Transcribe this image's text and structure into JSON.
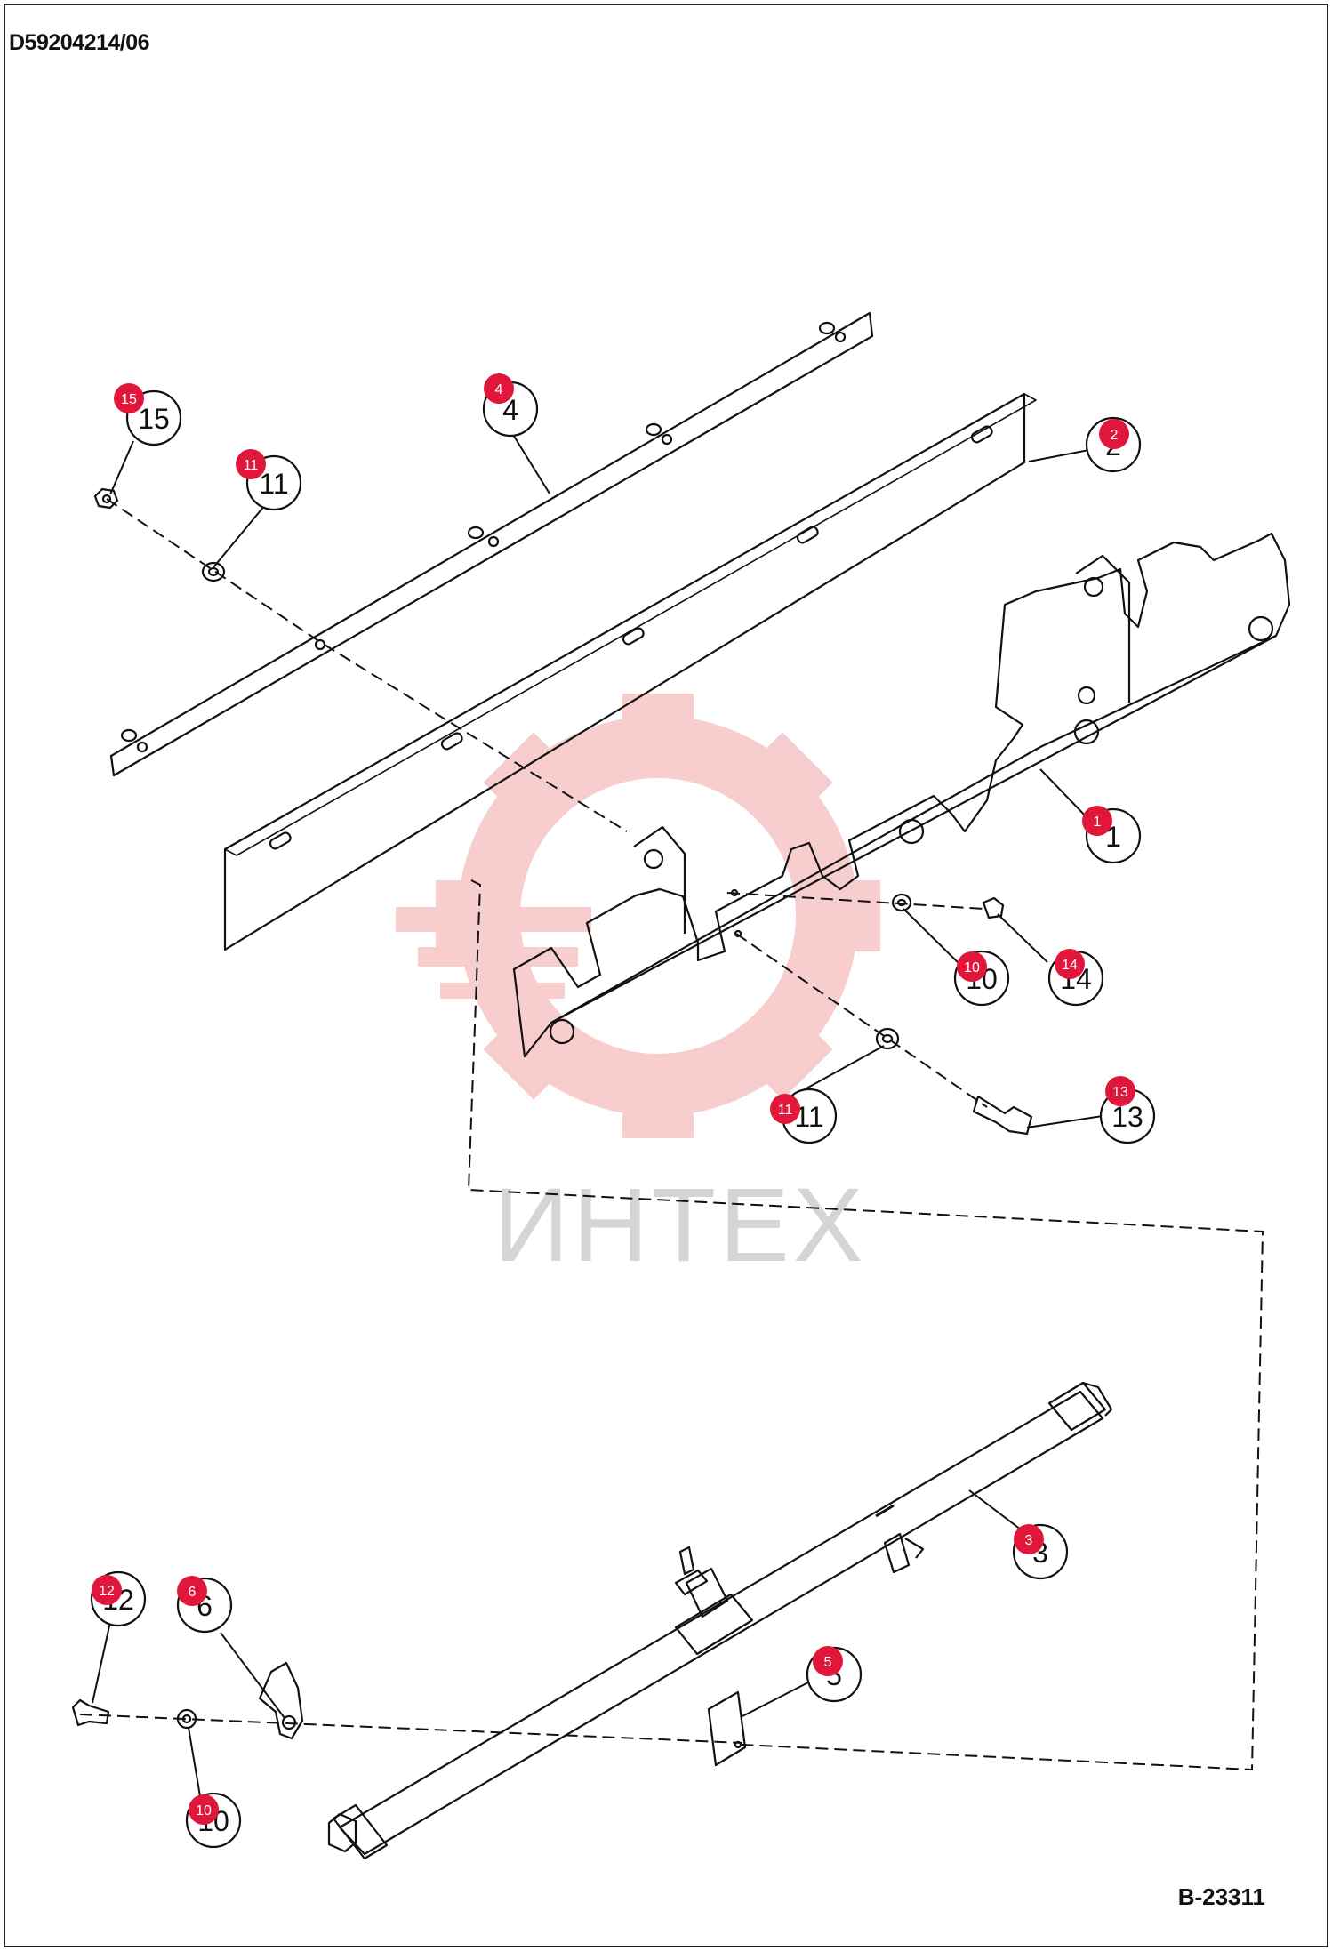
{
  "header": {
    "drawing_code": "D59204214/06"
  },
  "footer": {
    "sheet_ref": "B-23311"
  },
  "watermark": {
    "text": "ИНТЕХ",
    "color": "#f4a6a6"
  },
  "colors": {
    "badge": "#e0173a",
    "line": "#111111"
  },
  "callouts": [
    {
      "id": "c15",
      "label": "15"
    },
    {
      "id": "c11a",
      "label": "11"
    },
    {
      "id": "c4",
      "label": "4"
    },
    {
      "id": "c2",
      "label": "2"
    },
    {
      "id": "c1",
      "label": "1"
    },
    {
      "id": "c10a",
      "label": "10"
    },
    {
      "id": "c14",
      "label": "14"
    },
    {
      "id": "c11b",
      "label": "11"
    },
    {
      "id": "c13",
      "label": "13"
    },
    {
      "id": "c3",
      "label": "3"
    },
    {
      "id": "c12",
      "label": "12"
    },
    {
      "id": "c6",
      "label": "6"
    },
    {
      "id": "c5",
      "label": "5"
    },
    {
      "id": "c10b",
      "label": "10"
    }
  ]
}
